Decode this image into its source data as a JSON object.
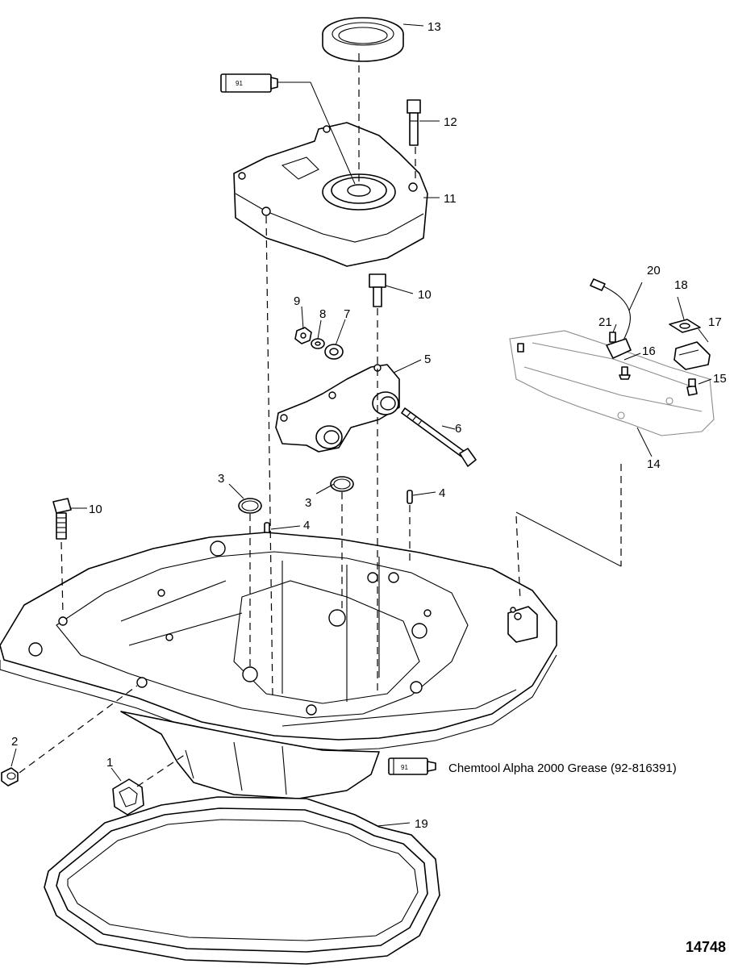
{
  "callouts": [
    {
      "id": "c1",
      "text": "1"
    },
    {
      "id": "c2",
      "text": "2"
    },
    {
      "id": "c3a",
      "text": "3"
    },
    {
      "id": "c3b",
      "text": "3"
    },
    {
      "id": "c4a",
      "text": "4"
    },
    {
      "id": "c4b",
      "text": "4"
    },
    {
      "id": "c5",
      "text": "5"
    },
    {
      "id": "c6",
      "text": "6"
    },
    {
      "id": "c7",
      "text": "7"
    },
    {
      "id": "c8",
      "text": "8"
    },
    {
      "id": "c9",
      "text": "9"
    },
    {
      "id": "c10a",
      "text": "10"
    },
    {
      "id": "c10b",
      "text": "10"
    },
    {
      "id": "c11",
      "text": "11"
    },
    {
      "id": "c12",
      "text": "12"
    },
    {
      "id": "c13",
      "text": "13"
    },
    {
      "id": "c14",
      "text": "14"
    },
    {
      "id": "c15",
      "text": "15"
    },
    {
      "id": "c16",
      "text": "16"
    },
    {
      "id": "c17",
      "text": "17"
    },
    {
      "id": "c18",
      "text": "18"
    },
    {
      "id": "c19",
      "text": "19"
    },
    {
      "id": "c20",
      "text": "20"
    },
    {
      "id": "c21",
      "text": "21"
    }
  ],
  "lubricant": {
    "tube_code": "91",
    "legend_text": "Chemtool Alpha 2000 Grease (92-816391)"
  },
  "figure_number": "14748"
}
